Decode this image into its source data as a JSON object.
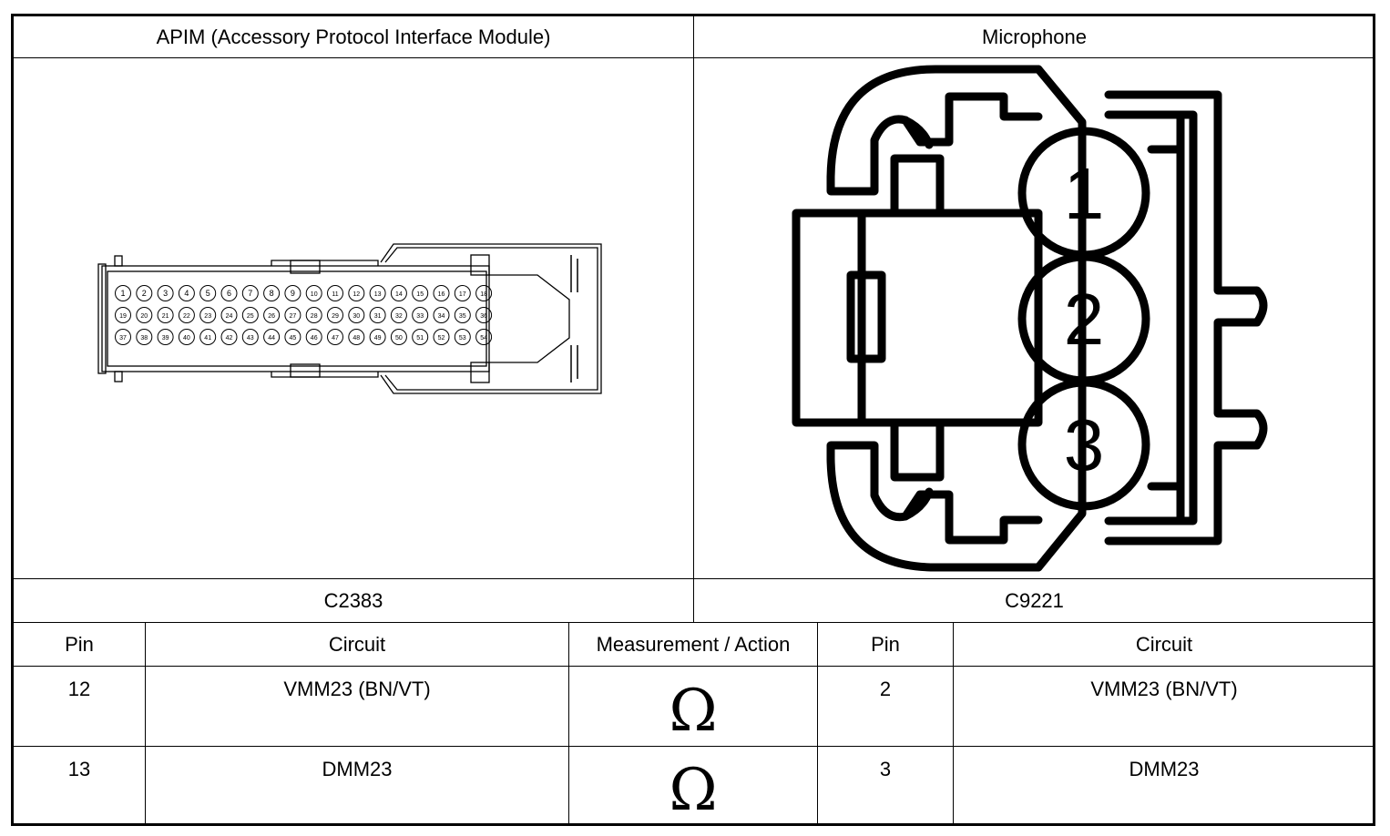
{
  "connectors": [
    {
      "title": "APIM (Accessory Protocol Interface Module)",
      "id": "C2383",
      "pins": [
        "1",
        "2",
        "3",
        "4",
        "5",
        "6",
        "7",
        "8",
        "9",
        "10",
        "11",
        "12",
        "13",
        "14",
        "15",
        "16",
        "17",
        "18",
        "19",
        "20",
        "21",
        "22",
        "23",
        "24",
        "25",
        "26",
        "27",
        "28",
        "29",
        "30",
        "31",
        "32",
        "33",
        "34",
        "35",
        "36",
        "37",
        "38",
        "39",
        "40",
        "41",
        "42",
        "43",
        "44",
        "45",
        "46",
        "47",
        "48",
        "49",
        "50",
        "51",
        "52",
        "53",
        "54"
      ]
    },
    {
      "title": "Microphone",
      "id": "C9221",
      "pins": [
        "1",
        "2",
        "3"
      ]
    }
  ],
  "table": {
    "headers": [
      "Pin",
      "Circuit",
      "Measurement / Action",
      "Pin",
      "Circuit"
    ],
    "rows": [
      {
        "pin_a": "12",
        "circuit_a": "VMM23 (BN/VT)",
        "action": "Ω",
        "pin_b": "2",
        "circuit_b": "VMM23 (BN/VT)"
      },
      {
        "pin_a": "13",
        "circuit_a": "DMM23",
        "action": "Ω",
        "pin_b": "3",
        "circuit_b": "DMM23"
      }
    ]
  }
}
